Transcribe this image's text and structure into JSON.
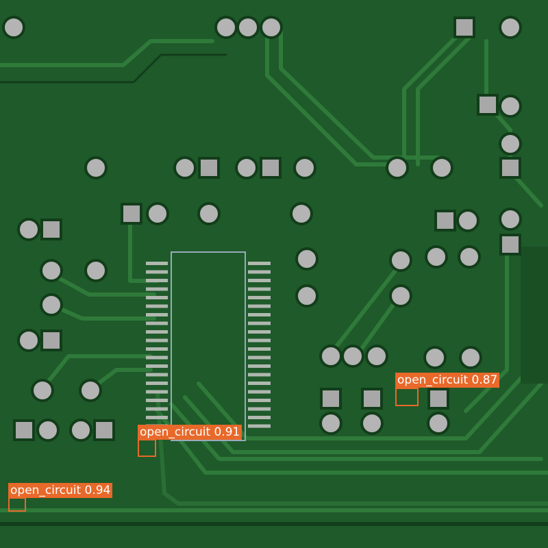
{
  "image": {
    "subject": "pcb-board"
  },
  "colors": {
    "board": "#1f5a2a",
    "trace": "#2f7a3a",
    "pad": "#b8b8b8",
    "detection": "#e8692a"
  },
  "detections": [
    {
      "label": "open_circuit",
      "score": "0.87",
      "text": "open_circuit  0.87"
    },
    {
      "label": "open_circuit",
      "score": "0.91",
      "text": "open_circuit  0.91"
    },
    {
      "label": "open_circuit",
      "score": "0.94",
      "text": "open_circuit  0.94"
    }
  ]
}
